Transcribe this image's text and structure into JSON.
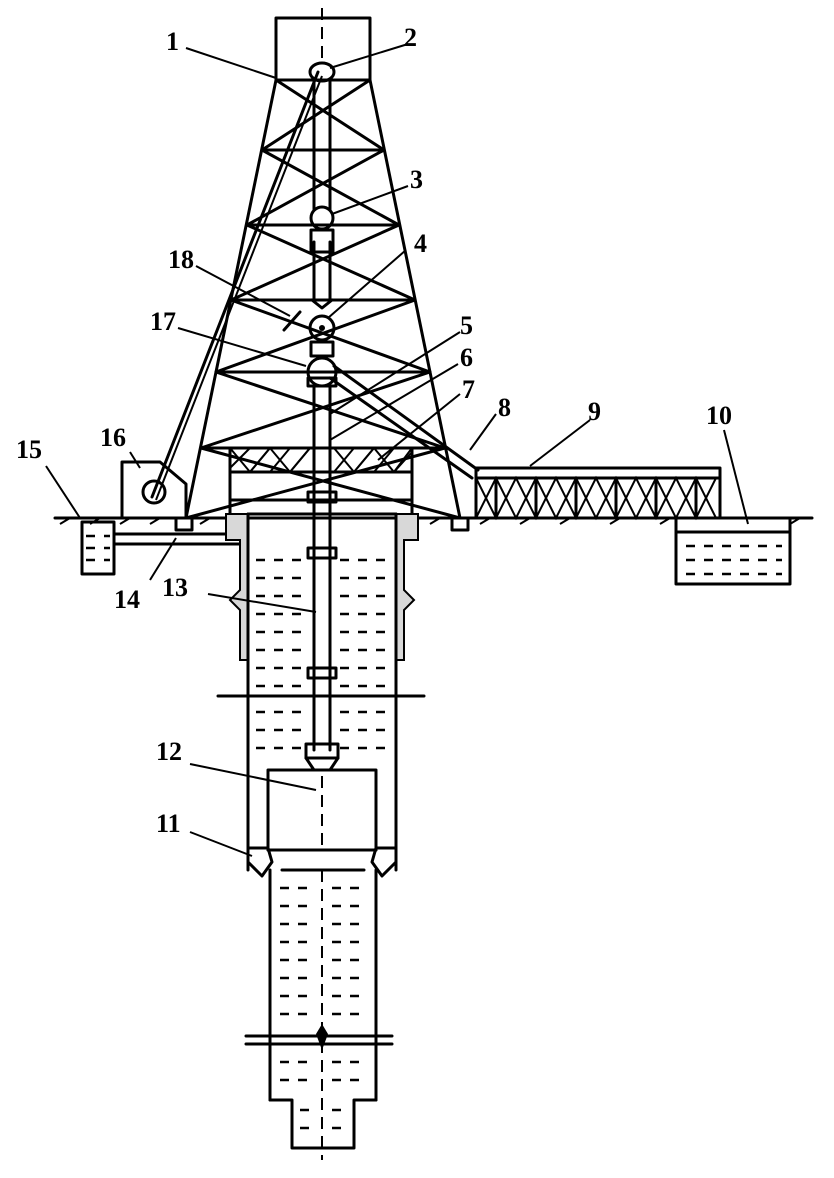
{
  "labels": [
    "1",
    "2",
    "3",
    "4",
    "5",
    "6",
    "7",
    "8",
    "9",
    "10",
    "11",
    "12",
    "13",
    "14",
    "15",
    "16",
    "17",
    "18"
  ]
}
